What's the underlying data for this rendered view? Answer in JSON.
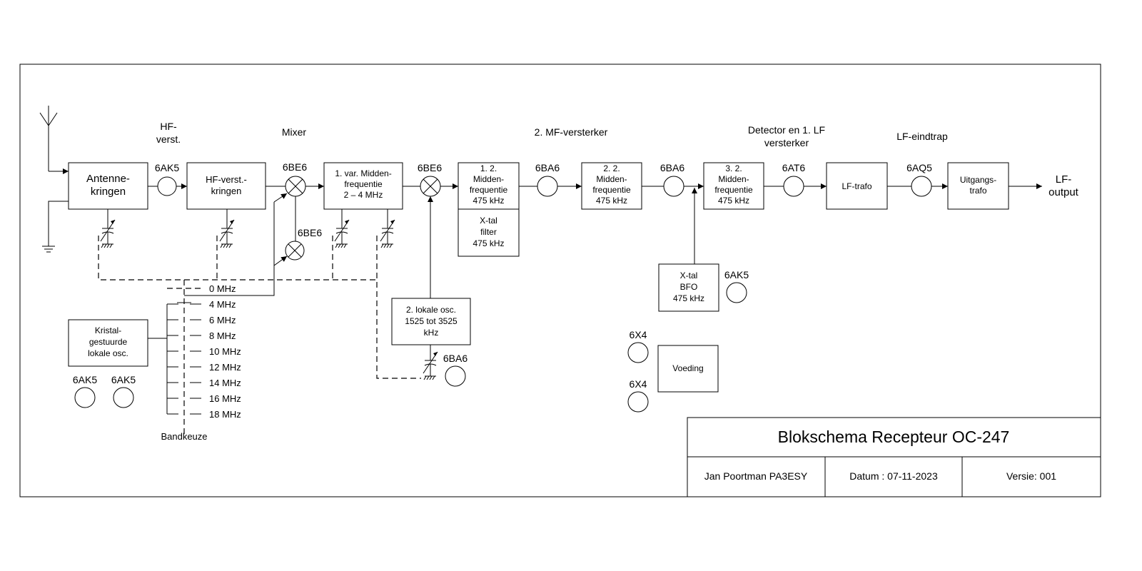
{
  "stage_labels": {
    "hf": "HF-\nverst.",
    "mixer": "Mixer",
    "mf": "2. MF-versterker",
    "detector": "Detector en 1. LF\nversterker",
    "lf_end": "LF-eindtrap"
  },
  "blocks": {
    "antenne": "Antenne-\nkringen",
    "hf_kringen": "HF-verst.-\nkringen",
    "var_mf": "1. var. Midden-\nfrequentie\n2 – 4 MHz",
    "mf1": "1. 2.\nMidden-\nfrequentie\n475 kHz",
    "xtal_filter": "X-tal\nfilter\n475 kHz",
    "mf2": "2. 2.\nMidden-\nfrequentie\n475 kHz",
    "mf3": "3. 2.\nMidden-\nfrequentie\n475 kHz",
    "lf_trafo": "LF-trafo",
    "uitgangs": "Uitgangs-\ntrafo",
    "lo2": "2. lokale osc.\n1525 tot 3525\nkHz",
    "xtal_bfo": "X-tal\nBFO\n475 kHz",
    "voeding": "Voeding",
    "kristal": "Kristal-\ngestuurde\nlokale osc."
  },
  "tubes": {
    "t_6ak5_hf": "6AK5",
    "t_6be6_mix1": "6BE6",
    "t_6be6_mix1b": "6BE6",
    "t_6be6_mix2": "6BE6",
    "t_6ba6_1": "6BA6",
    "t_6ba6_2": "6BA6",
    "t_6at6": "6AT6",
    "t_6aq5": "6AQ5",
    "t_6ak5_bfo": "6AK5",
    "t_6ba6_lo": "6BA6",
    "t_6x4_1": "6X4",
    "t_6x4_2": "6X4",
    "t_6ak5_k1": "6AK5",
    "t_6ak5_k2": "6AK5"
  },
  "output_label": "LF-\noutput",
  "bands": [
    "0 MHz",
    "4 MHz",
    "6 MHz",
    "8 MHz",
    "10 MHz",
    "12 MHz",
    "14 MHz",
    "16 MHz",
    "18 MHz"
  ],
  "bandkeuze": "Bandkeuze",
  "title_block": {
    "title": "Blokschema Recepteur OC-247",
    "author": "Jan Poortman PA3ESY",
    "date": "Datum : 07-11-2023",
    "version": "Versie:  001"
  }
}
